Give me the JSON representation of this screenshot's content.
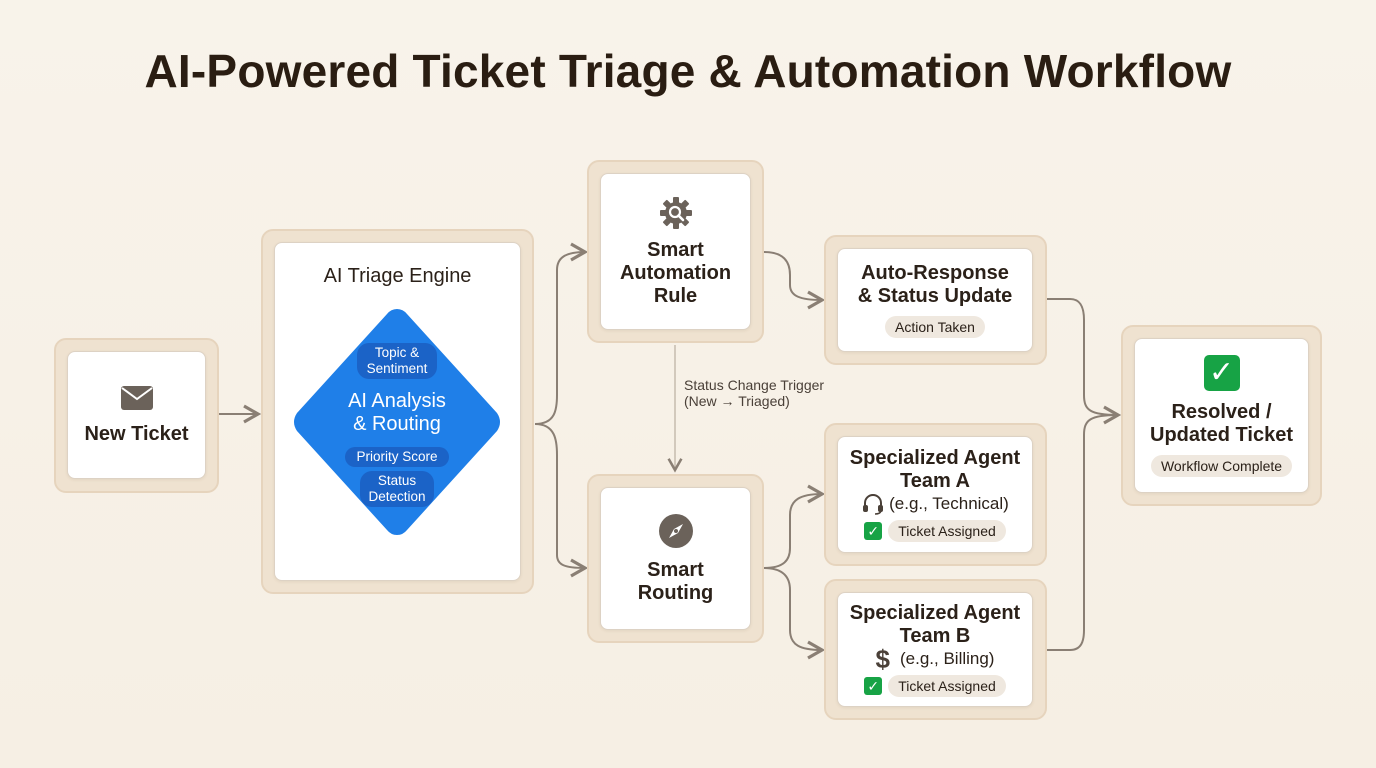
{
  "title": "AI-Powered Ticket Triage & Automation Workflow",
  "nodes": {
    "new_ticket": {
      "label": "New Ticket",
      "icon": "envelope-icon"
    },
    "triage_engine": {
      "header": "AI Triage Engine",
      "diamond_title_line1": "AI Analysis",
      "diamond_title_line2": "& Routing",
      "topic_line1": "Topic &",
      "topic_line2": "Sentiment",
      "priority": "Priority Score",
      "status_line1": "Status",
      "status_line2": "Detection"
    },
    "automation_rule": {
      "line1": "Smart",
      "line2": "Automation",
      "line3": "Rule",
      "icon": "gear-search-icon"
    },
    "smart_routing": {
      "line1": "Smart",
      "line2": "Routing",
      "icon": "compass-icon"
    },
    "auto_response": {
      "line1": "Auto-Response",
      "line2": "& Status Update",
      "pill": "Action Taken"
    },
    "team_a": {
      "line1": "Specialized Agent",
      "line2": "Team A",
      "sub": "(e.g., Technical)",
      "pill": "Ticket Assigned",
      "icon": "headset-icon"
    },
    "team_b": {
      "line1": "Specialized Agent",
      "line2": "Team B",
      "sub": "(e.g., Billing)",
      "pill": "Ticket Assigned",
      "icon": "dollar-icon"
    },
    "resolved": {
      "line1": "Resolved /",
      "line2": "Updated Ticket",
      "pill": "Workflow Complete",
      "icon": "check-icon"
    }
  },
  "trigger": {
    "line1": "Status Change Trigger",
    "line2": "(New → Triaged)"
  },
  "colors": {
    "accent_blue": "#1f7fe8",
    "check_green": "#17a345",
    "connector": "#8a7f74"
  }
}
